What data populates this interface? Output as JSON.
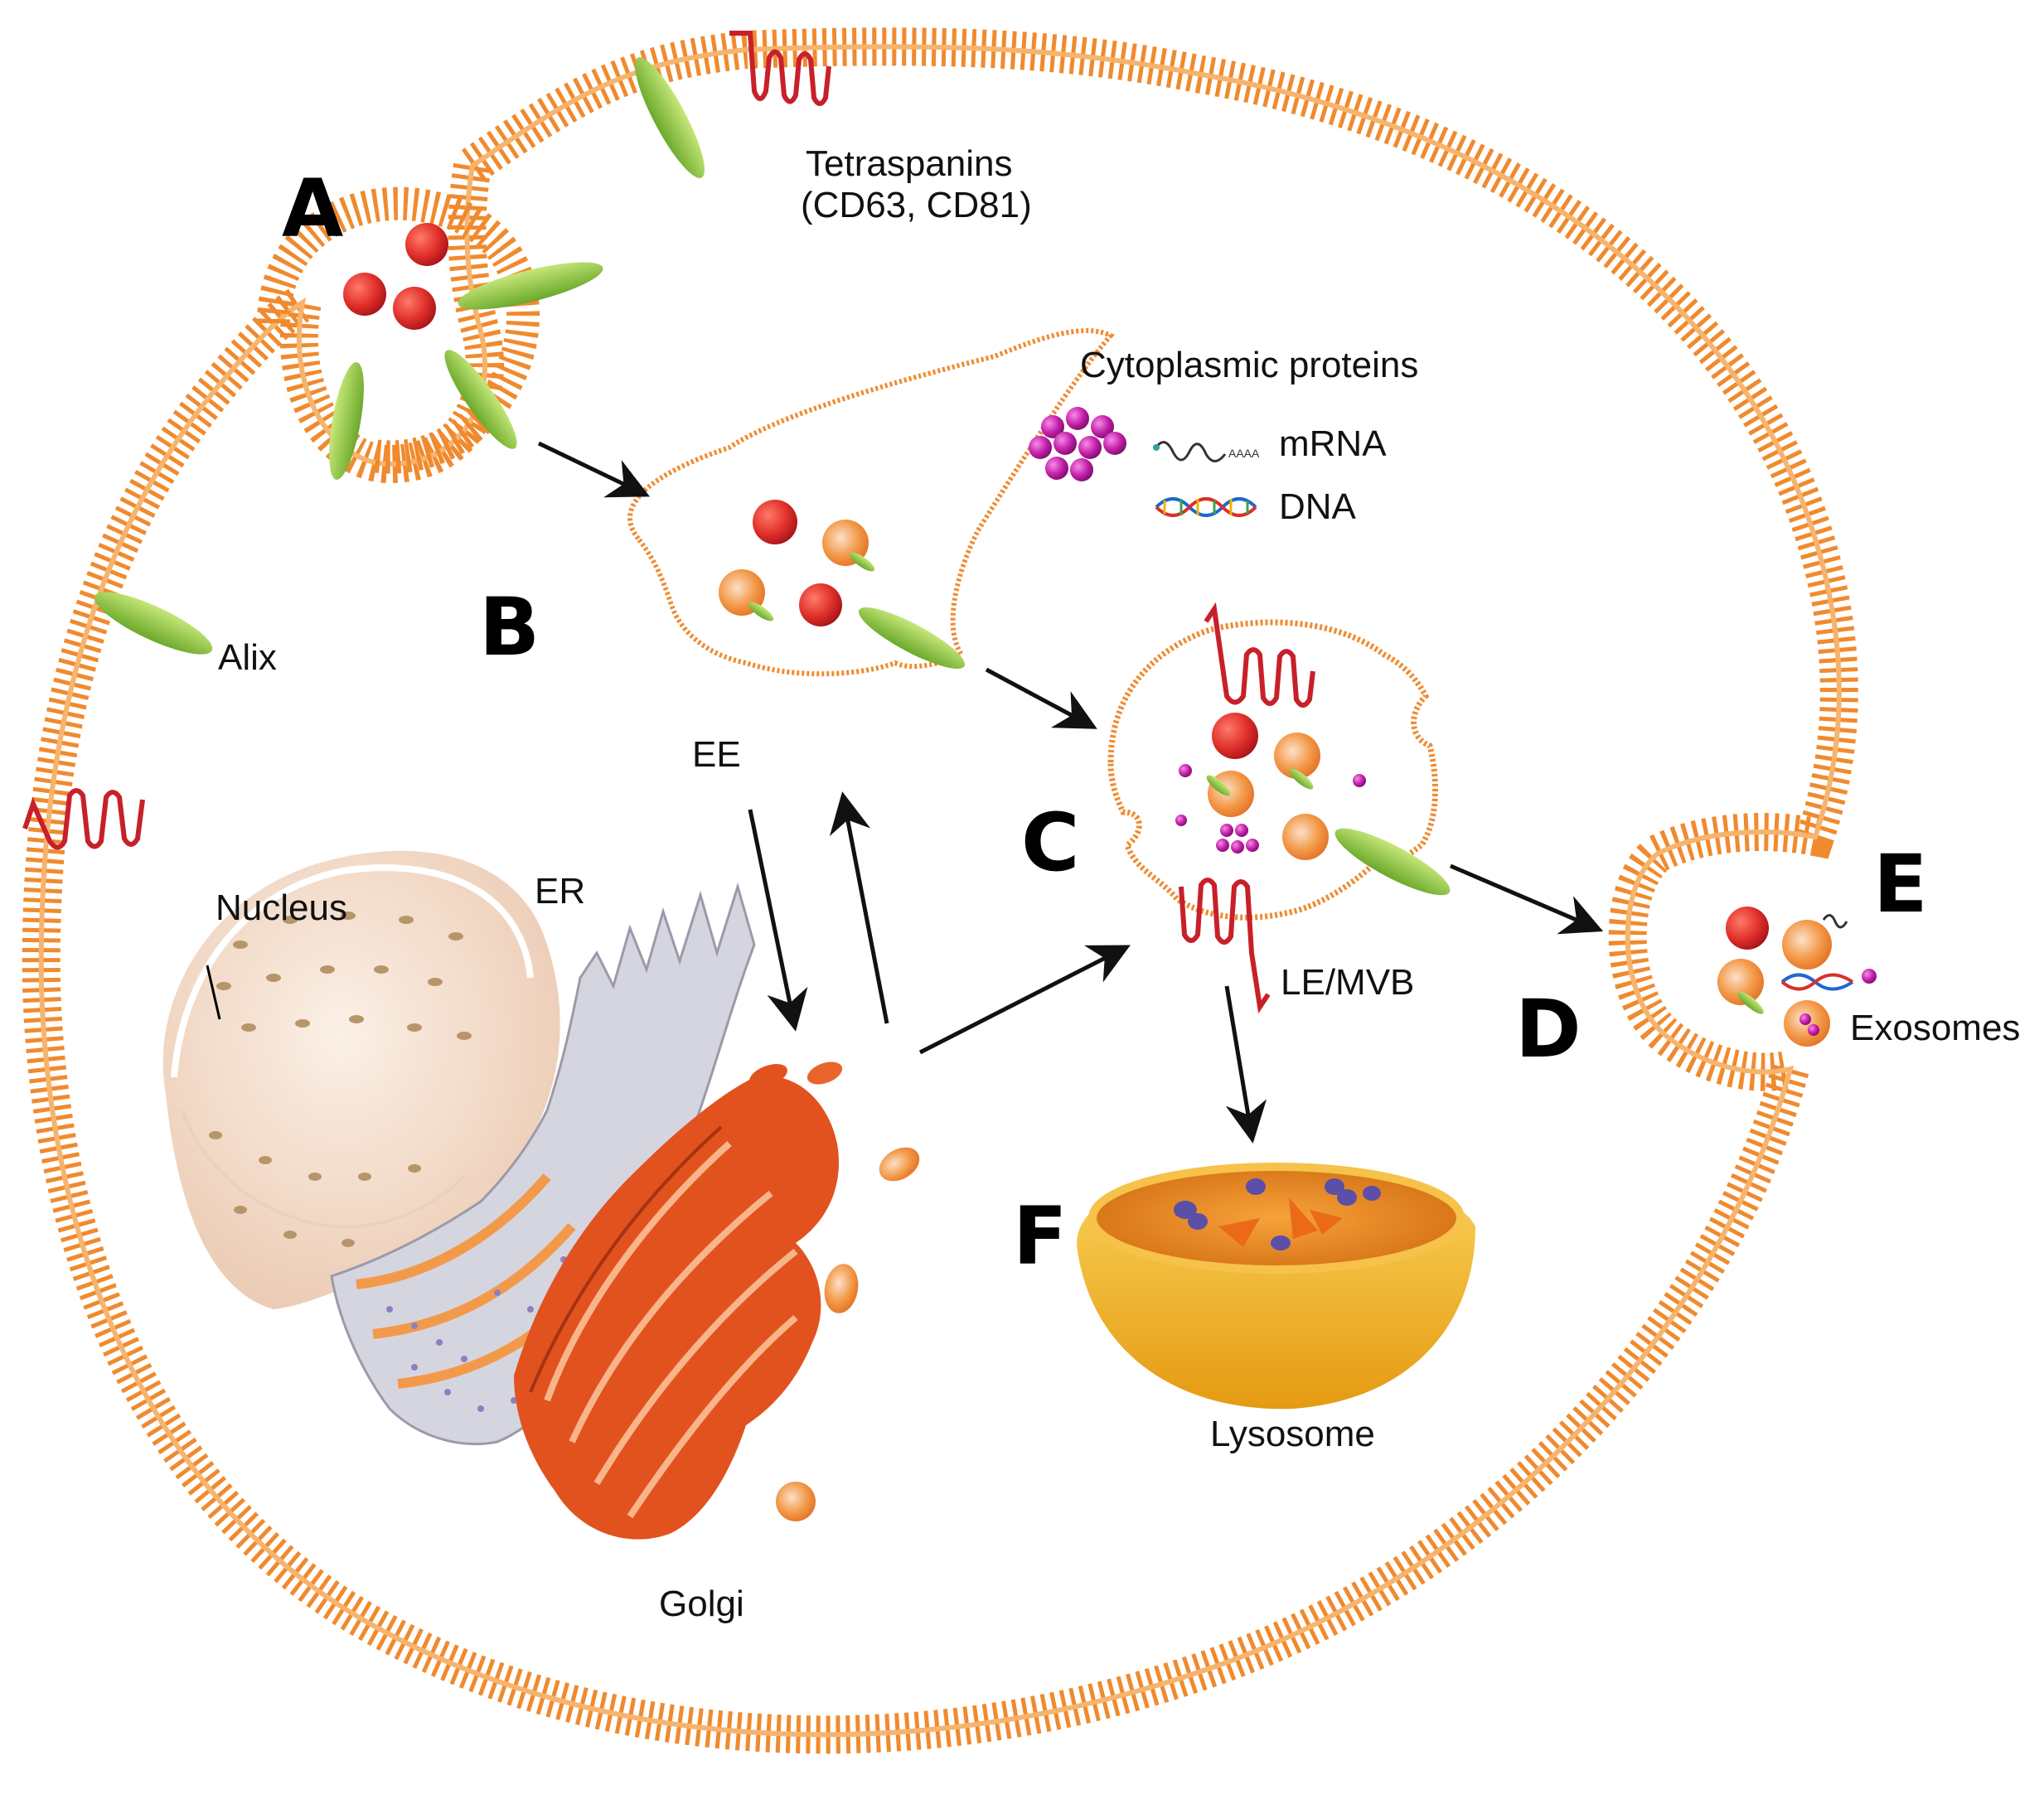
{
  "steps": {
    "a": "A",
    "b": "B",
    "c": "C",
    "d": "D",
    "e": "E",
    "f": "F"
  },
  "labels": {
    "tetraspanins_line1": "Tetraspanins",
    "tetraspanins_line2": "(CD63, CD81)",
    "cytoplasmic_proteins": "Cytoplasmic proteins",
    "mrna": "mRNA",
    "dna": "DNA",
    "alix": "Alix",
    "ee": "EE",
    "nucleus": "Nucleus",
    "er": "ER",
    "le_mvb": "LE/MVB",
    "exosomes": "Exosomes",
    "lysosome": "Lysosome",
    "golgi": "Golgi",
    "poly_a": "AAAA"
  },
  "colors": {
    "membrane": "#F08A2E",
    "membrane_light": "#F7B46E",
    "alix_green": "#8CC63F",
    "protein_red": "#E0302A",
    "tetraspanin_red": "#C8202A",
    "magenta": "#C21FA8",
    "vesicle_orange": "#F39A4A",
    "golgi_red": "#E2521E",
    "er_grey": "#B9B9C6",
    "nucleus_beige": "#F4DCC8",
    "lysosome_yellow": "#F2B31E",
    "lysosome_purple": "#5B4FA8",
    "arrow": "#111111"
  },
  "icons": [
    "alix-protein-icon",
    "tetraspanin-icon",
    "protein-cluster-icon",
    "mrna-icon",
    "dna-icon",
    "vesicle-icon"
  ]
}
